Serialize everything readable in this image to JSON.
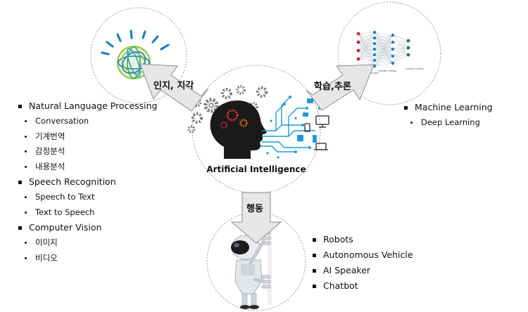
{
  "center": {
    "label": "Artificial Intelligence"
  },
  "arrows": {
    "perception": "인지, 지각",
    "learning": "학습,추론",
    "action": "행동"
  },
  "perception_list": [
    {
      "label": "Natural Language Processing",
      "level": 1
    },
    {
      "label": "Conversation",
      "level": 2
    },
    {
      "label": "기계번역",
      "level": 2
    },
    {
      "label": "감정분석",
      "level": 2
    },
    {
      "label": "내용분석",
      "level": 2
    },
    {
      "label": "Speech Recognition",
      "level": 1
    },
    {
      "label": "Speech to Text",
      "level": 2
    },
    {
      "label": "Text to Speech",
      "level": 2
    },
    {
      "label": "Computer Vision",
      "level": 1
    },
    {
      "label": "이미지",
      "level": 2
    },
    {
      "label": "비디오",
      "level": 2
    }
  ],
  "learning_list": [
    {
      "label": "Machine Learning",
      "level": 1
    },
    {
      "label": "Deep Learning",
      "level": 2
    }
  ],
  "action_list": [
    {
      "label": "Robots",
      "level": 1
    },
    {
      "label": "Autonomous Vehicle",
      "level": 1
    },
    {
      "label": "AI Speaker",
      "level": 1
    },
    {
      "label": "Chatbot",
      "level": 1
    }
  ],
  "nn_labels": {
    "inputs": "Inputs",
    "connections": "Connections",
    "hidden": "Hidden nodes",
    "output": "Output nodes"
  },
  "colors": {
    "arrow_fill": "#e6e6e6",
    "arrow_stroke": "#8c8c8c",
    "circle_stroke": "#9a9a9a",
    "watson_blue": "#1f7fc4",
    "watson_green": "#8cc63f",
    "head": "#1a1a1a",
    "circuit": "#1f9ad6",
    "gear": "#7d7d7d"
  }
}
